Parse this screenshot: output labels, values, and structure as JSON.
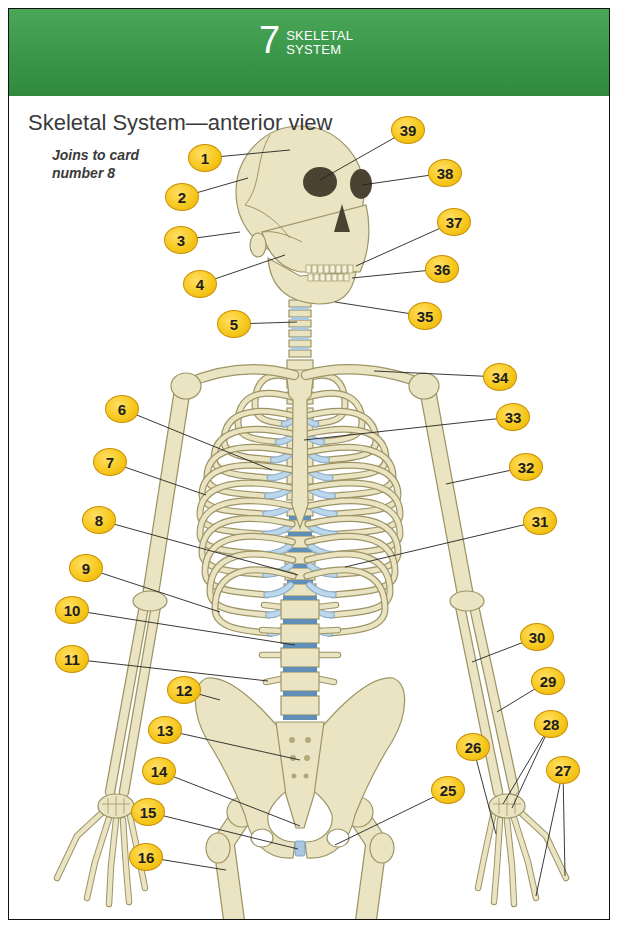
{
  "diagram": {
    "title": "Skeletal System—anterior view",
    "nodes": [
      {
        "text": [
          "7",
          "SKELETAL SYSTEM"
        ]
      },
      {
        "text": [
          "1"
        ]
      },
      {
        "text": [
          "2"
        ]
      },
      {
        "text": [
          "3"
        ]
      },
      {
        "text": [
          "4"
        ]
      },
      {
        "text": [
          "5"
        ]
      },
      {
        "text": [
          "6"
        ]
      },
      {
        "text": [
          "7"
        ]
      },
      {
        "text": [
          "8"
        ]
      },
      {
        "text": [
          "9"
        ]
      },
      {
        "text": [
          "10"
        ]
      },
      {
        "text": [
          "11"
        ]
      },
      {
        "text": [
          "12"
        ]
      },
      {
        "text": [
          "13"
        ]
      },
      {
        "text": [
          "14"
        ]
      },
      {
        "text": [
          "15"
        ]
      },
      {
        "text": [
          "16"
        ]
      },
      {
        "text": [
          "25"
        ]
      },
      {
        "text": [
          "26"
        ]
      },
      {
        "text": [
          "27"
        ]
      },
      {
        "text": [
          "28"
        ]
      },
      {
        "text": [
          "29"
        ]
      },
      {
        "text": [
          "30"
        ]
      },
      {
        "text": [
          "31"
        ]
      },
      {
        "text": [
          "32"
        ]
      },
      {
        "text": [
          "33"
        ]
      },
      {
        "text": [
          "34"
        ]
      },
      {
        "text": [
          "35"
        ]
      },
      {
        "text": [
          "36"
        ]
      },
      {
        "text": [
          "37"
        ]
      },
      {
        "text": [
          "38"
        ]
      },
      {
        "text": [
          "39"
        ]
      }
    ],
    "labels": [
      "Joins to card number 8"
    ]
  }
}
